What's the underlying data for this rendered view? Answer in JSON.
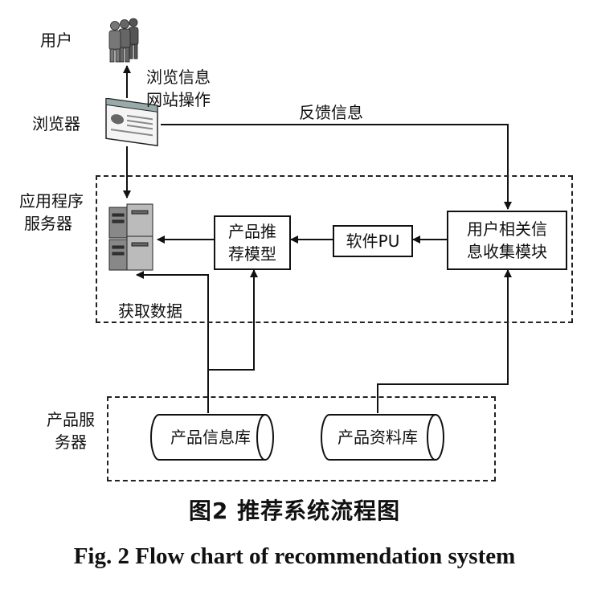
{
  "nodes": {
    "user": "用户",
    "browser": "浏览器",
    "app_server": [
      "应用程序",
      "服务器"
    ],
    "product_server": [
      "产品服",
      "务器"
    ],
    "recommend_model": [
      "产品推",
      "荐模型"
    ],
    "software_pu": "软件PU",
    "info_collection": [
      "用户相关信",
      "息收集模块"
    ],
    "product_info_db": "产品信息库",
    "product_data_db": "产品资料库"
  },
  "edges": {
    "browse_ops": [
      "浏览信息",
      "网站操作"
    ],
    "feedback": "反馈信息",
    "get_data": "获取数据"
  },
  "caption": {
    "cn": "图2   推荐系统流程图",
    "en": "Fig. 2  Flow chart of recommendation system"
  }
}
